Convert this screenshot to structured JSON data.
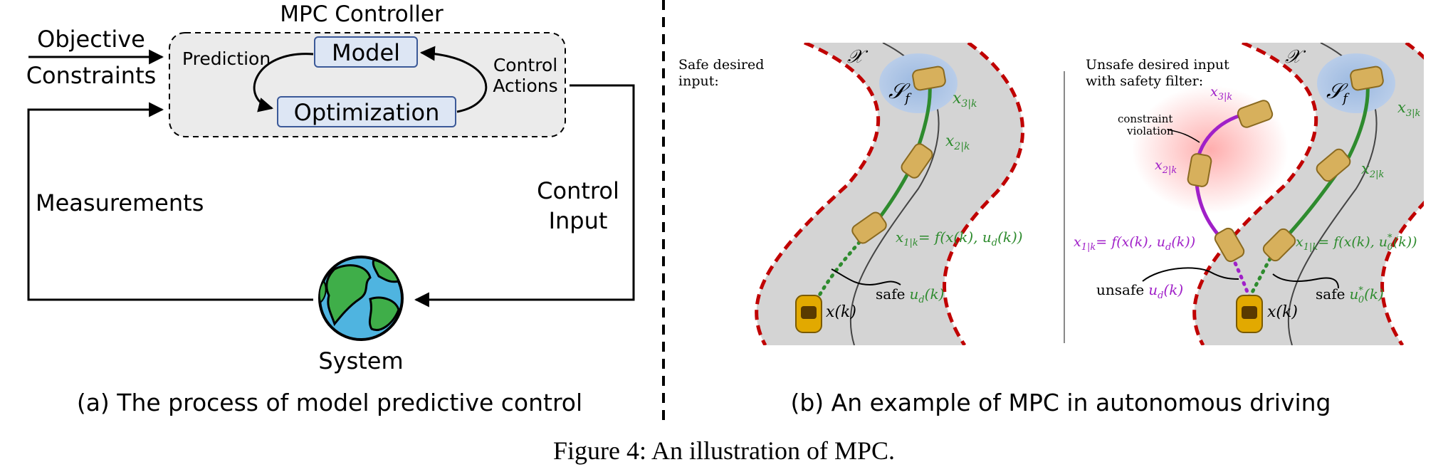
{
  "figure": {
    "caption": "Figure 4:  An illustration of MPC.",
    "panel_a": {
      "caption": "(a) The process of model predictive control",
      "controller_title": "MPC Controller",
      "input_objective": "Objective",
      "input_constraints": "Constraints",
      "label_prediction": "Prediction",
      "box_model": "Model",
      "box_optimization": "Optimization",
      "label_control_actions_1": "Control",
      "label_control_actions_2": "Actions",
      "label_measurements": "Measurements",
      "label_control_input_1": "Control",
      "label_control_input_2": "Input",
      "system_label": "System"
    },
    "panel_b": {
      "caption": "(b) An example of MPC in autonomous driving",
      "left": {
        "title_1": "Safe desired",
        "title_2": "input:",
        "set_x": "𝒳",
        "set_sf": "𝒮",
        "set_sf_sub": "f",
        "x3": "x",
        "x3_sub": "3|k",
        "x2": "x",
        "x2_sub": "2|k",
        "x1": "x",
        "x1_sub": "1|k",
        "x1_eq": "= f(x(k), u",
        "x1_eq_sub": "d",
        "x1_eq_end": "(k))",
        "xk": "x(k)",
        "safe_label": "safe",
        "safe_u": "u",
        "safe_u_sub": "d",
        "safe_u_end": "(k)"
      },
      "right": {
        "title_1": "Unsafe desired input",
        "title_2": "with safety filter:",
        "set_x": "𝒳",
        "set_sf": "𝒮",
        "set_sf_sub": "f",
        "violation_1": "constraint",
        "violation_2": "violation",
        "p_x3": "x",
        "p_x3_sub": "3|k",
        "p_x2": "x",
        "p_x2_sub": "2|k",
        "p_x1": "x",
        "p_x1_sub": "1|k",
        "p_x1_eq": "= f(x(k), u",
        "p_x1_eq_sub": "d",
        "p_x1_eq_end": "(k))",
        "g_x3": "x",
        "g_x3_sub": "3|k",
        "g_x2": "x",
        "g_x2_sub": "2|k",
        "g_x1": "x",
        "g_x1_sub": "1|k",
        "g_x1_eq": "= f(x(k), u",
        "g_x1_eq_sup": "*",
        "g_x1_eq_sub": "0",
        "g_x1_eq_end": "(k))",
        "xk": "x(k)",
        "unsafe_label": "unsafe",
        "unsafe_u": "u",
        "unsafe_u_sub": "d",
        "unsafe_u_end": "(k)",
        "safe_label": "safe",
        "safe_u": "u",
        "safe_u_sup": "*",
        "safe_u_sub": "0",
        "safe_u_end": "(k)"
      }
    },
    "colors": {
      "green": "#2e8b2e",
      "purple": "#a020c8",
      "road_edge": "#c00000",
      "box_fill": "#dde6f4",
      "box_stroke": "#3b5998"
    }
  }
}
